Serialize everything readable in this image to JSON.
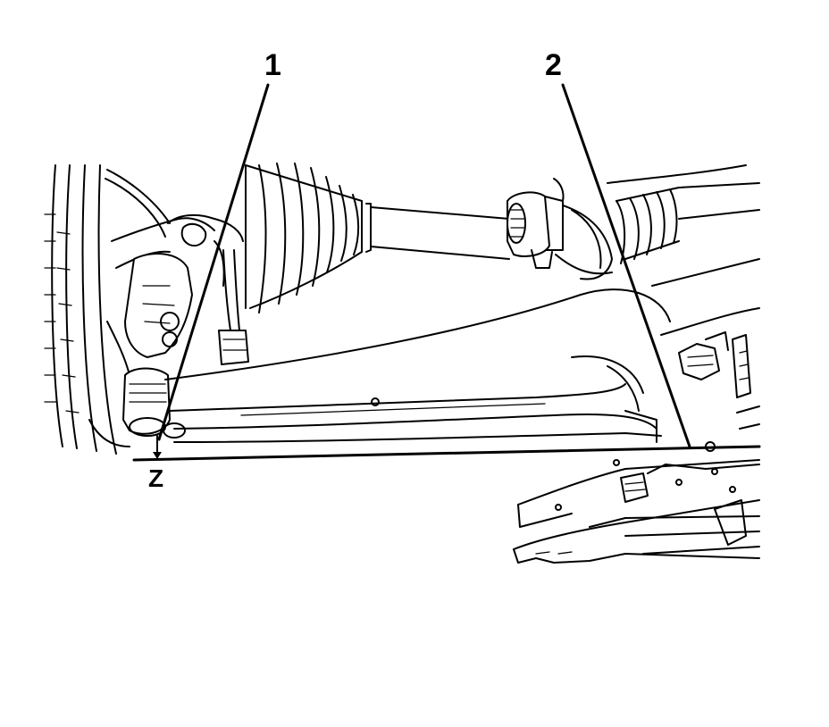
{
  "callouts": {
    "one": "1",
    "two": "2",
    "z": "Z"
  },
  "colors": {
    "ink": "#000000",
    "paper": "#ffffff"
  }
}
